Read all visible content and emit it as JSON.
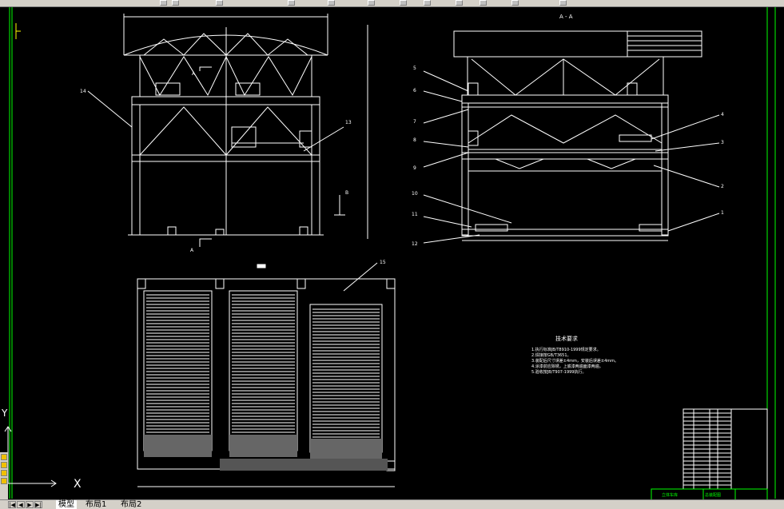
{
  "drawing": {
    "section_title": "A - A",
    "section_mark_top": "A",
    "section_mark_bottom": "A",
    "dim_label_right": "B",
    "leader_numbers_left_view": [
      "14",
      "13"
    ],
    "leader_numbers_section_left": [
      "5",
      "6",
      "7",
      "8",
      "9",
      "10",
      "11",
      "12"
    ],
    "leader_numbers_section_right": [
      "4",
      "3",
      "2",
      "1"
    ],
    "leader_number_plan": "15",
    "tech_title": "技术要求",
    "tech_lines": [
      "1.执行标准JB/T8910-1999规定要求。",
      "2.焊接按GB/T3651。",
      "3.装配后尺寸误差±4mm，安装后误差±4mm。",
      "4.涂漆前应除锈，上底漆两遍面漆两遍。",
      "5.验收按JB/T907-1999执行。"
    ],
    "title_block_name": "立体车库",
    "title_block_drawing": "总装配图"
  },
  "tabs": [
    {
      "label": "模型",
      "active": true
    },
    {
      "label": "布局1",
      "active": false
    },
    {
      "label": "布局2",
      "active": false
    }
  ],
  "nav": {
    "first": "|◀",
    "prev": "◀",
    "next": "▶",
    "last": "▶|"
  },
  "ucs": {
    "x_label": "X",
    "y_label": "Y"
  },
  "colors": {
    "background": "#000000",
    "lines": "#ffffff",
    "green_border": "#00ff00",
    "dim": "#ffffff"
  }
}
